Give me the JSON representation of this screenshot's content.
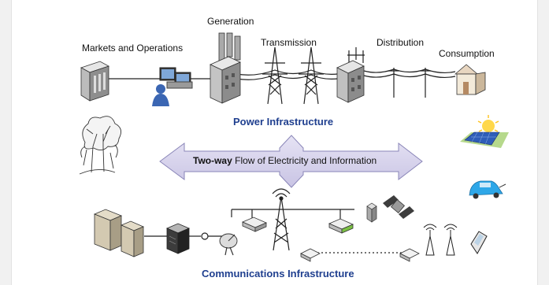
{
  "power": {
    "stages": [
      {
        "key": "generation",
        "label": "Generation"
      },
      {
        "key": "markets",
        "label": "Markets and Operations"
      },
      {
        "key": "transmission",
        "label": "Transmission"
      },
      {
        "key": "distribution",
        "label": "Distribution"
      },
      {
        "key": "consumption",
        "label": "Consumption"
      }
    ],
    "title": "Power Infrastructure"
  },
  "flow": {
    "emphasis": "Two-way",
    "rest": " Flow of Electricity and Information"
  },
  "communications": {
    "title": "Communications Infrastructure"
  },
  "colors": {
    "title_blue": "#1f3f8f",
    "arrow_fill": "#d6d2ec",
    "arrow_stroke": "#8a86b8"
  },
  "icons": [
    "market-building-icon",
    "operator-workstation-icon",
    "power-plant-icon",
    "transmission-tower-icon",
    "substation-icon",
    "house-icon",
    "forest-icon",
    "solar-panel-icon",
    "electric-car-icon",
    "server-icon",
    "satellite-dish-icon",
    "router-icon",
    "radio-tower-icon",
    "satellite-icon",
    "antenna-icon",
    "mobile-phone-icon"
  ]
}
